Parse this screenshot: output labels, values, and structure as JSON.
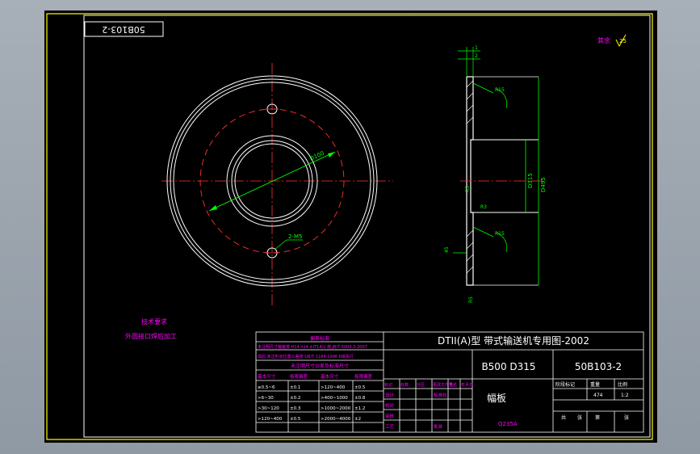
{
  "drawing": {
    "stamp_code": "50B103-2",
    "roughness": "其余",
    "roughness_value": "25",
    "notes": {
      "title": "技术要求",
      "line1": "外圆接口焊后加工"
    },
    "dimensions": {
      "dia_top": "D100",
      "bolt": "2-M5",
      "h1": "1",
      "h2": "2",
      "r1": "R15",
      "r2": "R15",
      "w1": "R3",
      "d1": "D315",
      "d2": "D495",
      "c1": "45",
      "c2": "R5",
      "s1": "R5"
    }
  },
  "title_block": {
    "series_title": "DTII(A)型  带式输送机专用图-2002",
    "spec": "B500 D315",
    "drawing_number": "50B103-2",
    "part_name": "幅板",
    "material": "Q235A",
    "weight": "474",
    "scale": "1:2",
    "tolerance_header": "偏差标准",
    "tolerance_note1": "未注明尺寸偏差按 H14 h14 ±IT14/2 按 JB/T 5000.3-2007",
    "tolerance_note2": "焊后 未注形状位置公差按 GB/T 1184-1996 K级执行",
    "tolerance_sub": "未注明尺寸公差及标准尺寸",
    "table_headers": [
      "基本尺寸",
      "极限偏差",
      "基本尺寸",
      "极限偏差"
    ],
    "table_rows": [
      [
        "≥0.5~6",
        "±0.1",
        ">120~400",
        "±0.5"
      ],
      [
        ">6~30",
        "±0.2",
        ">400~1000",
        "±0.8"
      ],
      [
        ">30~120",
        "±0.3",
        ">1000~2000",
        "±1.2"
      ],
      [
        ">120~400",
        "±0.5",
        ">2000~4000",
        "±2"
      ]
    ],
    "sign_headers": [
      "标记",
      "处数",
      "分区",
      "更改文件号",
      "签名",
      "年月日"
    ],
    "sign_rows": [
      "设计",
      "校对",
      "审核",
      "工艺"
    ],
    "sign_extra": [
      "标准化",
      "批准"
    ],
    "labels": {
      "stage": "阶段标记",
      "weight": "重量",
      "scale": "比例",
      "sheet": "共",
      "sheet_of": "张",
      "page": "第",
      "page_of": "张"
    }
  }
}
